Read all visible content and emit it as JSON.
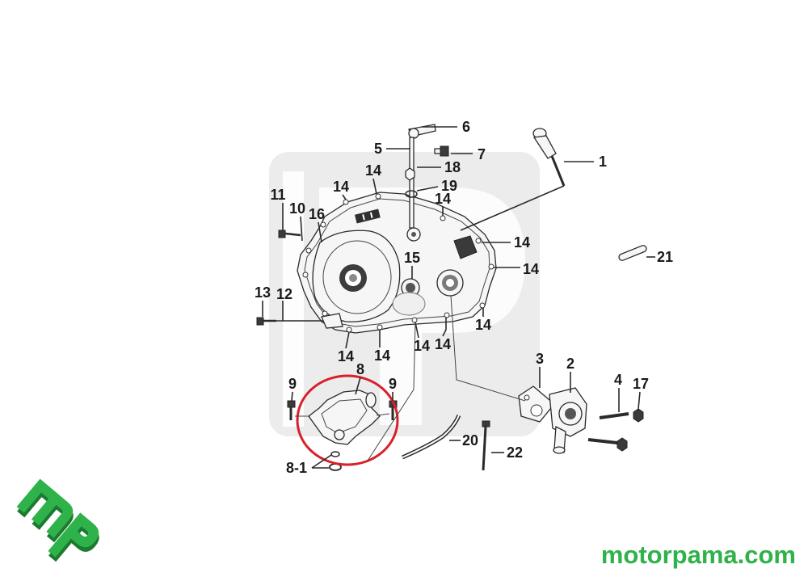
{
  "diagram": {
    "callouts": [
      "6",
      "5",
      "7",
      "1",
      "14",
      "18",
      "14",
      "19",
      "14",
      "11",
      "10",
      "16",
      "14",
      "21",
      "15",
      "14",
      "13",
      "12",
      "14",
      "14",
      "14",
      "14",
      "14",
      "3",
      "2",
      "8",
      "4",
      "17",
      "9",
      "9",
      "20",
      "22",
      "8-1"
    ]
  },
  "watermark": {
    "site": "motorpama.com"
  },
  "colors": {
    "ink": "#1a1a1a",
    "highlight": "#d9202a",
    "brand_green": "#2fb24a",
    "brand_green_dark": "#1c7a30",
    "watermark_gray": "#ececec"
  }
}
